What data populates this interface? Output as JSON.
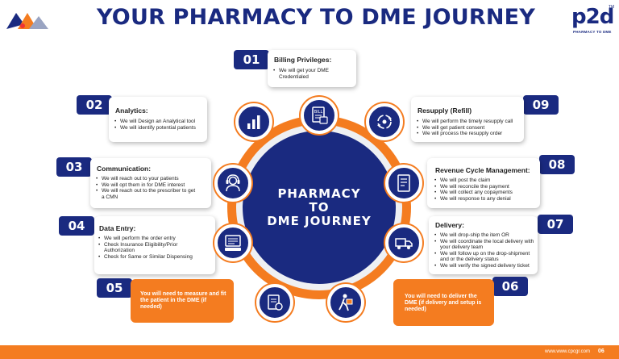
{
  "title": "YOUR PHARMACY TO DME JOURNEY",
  "brand": {
    "right_logo_text": "p2d",
    "right_logo_tagline": "PHARMACY TO DME",
    "right_logo_mark": "TM"
  },
  "center": {
    "line1": "PHARMACY",
    "line2": "TO",
    "line3": "DME JOURNEY"
  },
  "steps": [
    {
      "number": "01",
      "title": "Billing Privileges:",
      "icon": "bill-icon",
      "bullets": [
        "We will get your DME Credentialed"
      ]
    },
    {
      "number": "02",
      "title": "Analytics:",
      "icon": "bar-chart-icon",
      "bullets": [
        "We will Design an Analytical tool",
        "We will identify potential patients"
      ]
    },
    {
      "number": "03",
      "title": "Communication:",
      "icon": "headset-agent-icon",
      "bullets": [
        "We will reach out to your patients",
        "We will opt them in for DME interest",
        "We will reach out to the prescriber to get a CMN"
      ]
    },
    {
      "number": "04",
      "title": "Data Entry:",
      "icon": "data-entry-icon",
      "bullets": [
        "We will perform the order entry",
        "Check Insurance Eligibility/Prior Authorization",
        "Check for Same or Similar Dispensing"
      ]
    },
    {
      "number": "05",
      "text": "You will need to measure and fit the patient in the DME (if needed)",
      "icon": "measure-fit-icon"
    },
    {
      "number": "06",
      "text": "You will need to deliver the DME (if delivery and setup is needed)",
      "icon": "delivery-person-icon"
    },
    {
      "number": "07",
      "title": "Delivery:",
      "icon": "delivery-truck-icon",
      "bullets": [
        "We will drop-ship the item OR",
        "We will coordinate the local delivery with your delivery team",
        "We will follow up on the drop-shipment and or the delivery status",
        "We will verify the signed delivery ticket"
      ]
    },
    {
      "number": "08",
      "title": "Revenue Cycle Management:",
      "icon": "claim-document-icon",
      "bullets": [
        "We will post the claim",
        "We will reconcile the payment",
        "We will collect any copayments",
        "We will response to any denial"
      ]
    },
    {
      "number": "09",
      "title": "Resupply (Refill)",
      "icon": "refill-cycle-icon",
      "bullets": [
        "We will perform the timely resupply call",
        "We will get patient consent",
        "We will process the resupply order"
      ]
    }
  ],
  "footer": {
    "url": "www.www.cpcgr.com",
    "page": "06"
  },
  "colors": {
    "navy": "#1a2a80",
    "orange": "#f47c20"
  }
}
